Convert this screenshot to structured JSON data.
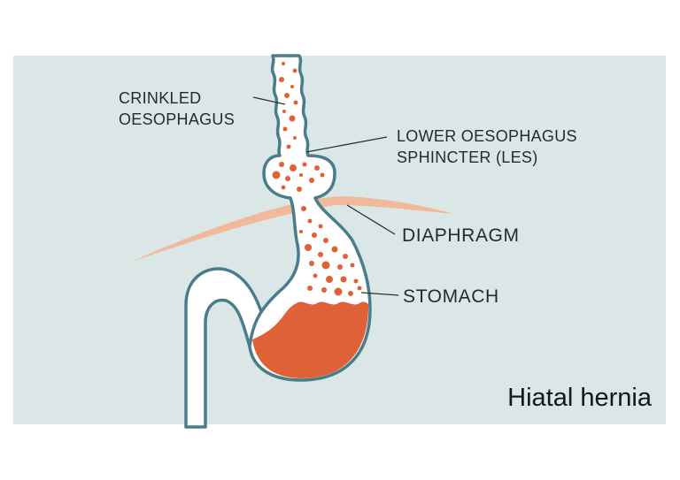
{
  "title": "Hiatal hernia",
  "labels": {
    "crinkled_line1": "CRINKLED",
    "crinkled_line2": "OESOPHAGUS",
    "les_line1": "LOWER OESOPHAGUS",
    "les_line2": "SPHINCTER (LES)",
    "diaphragm": "DIAPHRAGM",
    "stomach": "STOMACH"
  },
  "colors": {
    "background_panel": "#dbe7e7",
    "outline": "#4a7c89",
    "acid": "#df6138",
    "diaphragm": "#f0b99a",
    "text": "#1f2a33"
  }
}
